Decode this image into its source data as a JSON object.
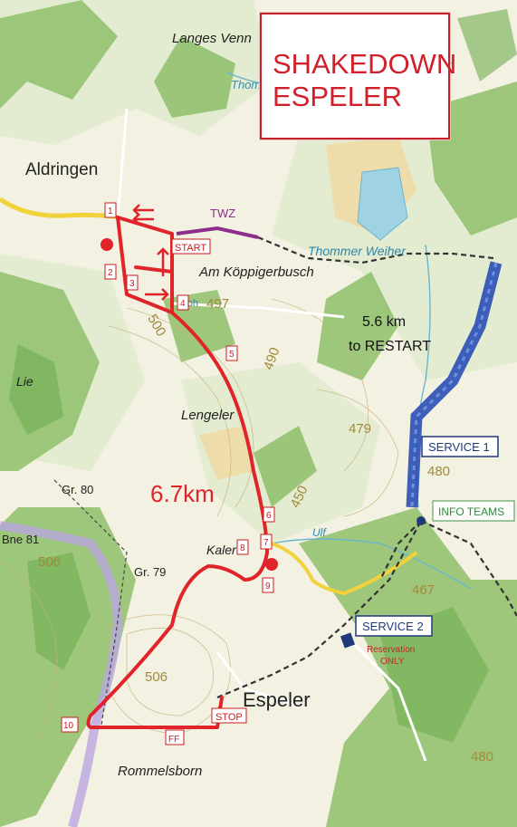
{
  "title": {
    "line1": "SHAKEDOWN",
    "line2": "ESPELER"
  },
  "places": {
    "langes_venn": "Langes Venn",
    "thommen": "Thom",
    "aldringen": "Aldringen",
    "am_koppigerbusch": "Am Köppigerbusch",
    "thommer_weiher": "Thommer Weiher",
    "lengeler": "Lengeler",
    "lie": "Lie",
    "kaler": "Kaler",
    "ulf": "Ulf",
    "espeler": "Espeler",
    "rommelsborn": "Rommelsborn",
    "gr80": "Gr. 80",
    "gr79": "Gr. 79",
    "bne81": "Bne 81",
    "voh": "Voh"
  },
  "elevations": {
    "e497": "497",
    "e500": "500",
    "e490": "490",
    "e479": "479",
    "e480a": "480",
    "e450": "450",
    "e467": "467",
    "e506a": "506",
    "e506b": "506",
    "e480b": "480"
  },
  "labels": {
    "twz": "TWZ",
    "start": "START",
    "stop": "STOP",
    "ff": "FF",
    "distance": "6.7km",
    "restart_line1": "5.6 km",
    "restart_line2": "to RESTART",
    "service1": "SERVICE 1",
    "service2": "SERVICE 2",
    "reservation_line1": "Reservation",
    "reservation_line2": "ONLY",
    "info_teams": "INFO TEAMS"
  },
  "waypoints": [
    "1",
    "2",
    "3",
    "4",
    "5",
    "6",
    "7",
    "8",
    "9",
    "10"
  ],
  "colors": {
    "route": "#e0242a",
    "twz": "#8b2f8b",
    "service_road": "#2a4fb5",
    "road_yellow": "#f2d23a",
    "forest": "#8fc06a",
    "meadow": "#e4edd2",
    "water": "#7fc4d8"
  }
}
